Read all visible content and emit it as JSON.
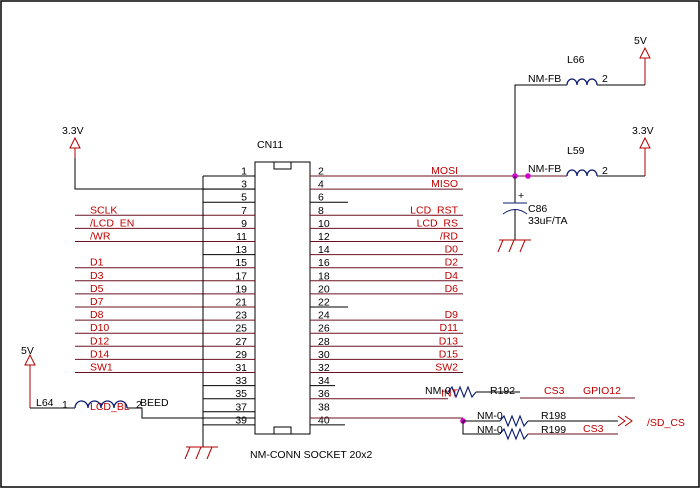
{
  "connector": {
    "ref": "CN11",
    "footer": "NM-CONN SOCKET 20x2",
    "left_pins": [
      "1",
      "3",
      "5",
      "7",
      "9",
      "11",
      "13",
      "15",
      "17",
      "19",
      "21",
      "23",
      "25",
      "27",
      "29",
      "31",
      "33",
      "35",
      "37",
      "39"
    ],
    "right_pins": [
      "2",
      "4",
      "6",
      "8",
      "10",
      "12",
      "14",
      "16",
      "18",
      "20",
      "22",
      "24",
      "26",
      "28",
      "30",
      "32",
      "34",
      "36",
      "38",
      "40"
    ],
    "left_nets": [
      "",
      "",
      "",
      "SCLK",
      "/LCD_EN",
      "/WR",
      "",
      "D1",
      "D3",
      "D5",
      "D7",
      "D8",
      "D10",
      "D12",
      "D14",
      "SW1",
      "",
      "",
      "LCD_BL",
      ""
    ],
    "right_nets": [
      "MOSI",
      "MISO",
      "",
      "LCD_RST",
      "LCD_RS",
      "/RD",
      "D0",
      "D2",
      "D4",
      "D6",
      "",
      "D9",
      "D11",
      "D13",
      "D15",
      "SW2",
      "",
      "INT",
      "",
      ""
    ]
  },
  "power": {
    "v33_left": "3.3V",
    "v5_top": "5V",
    "v33_right": "3.3V",
    "v5_left": "5V"
  },
  "l66": {
    "ref": "L66",
    "value": "NM-FB",
    "pin": "2"
  },
  "l59": {
    "ref": "L59",
    "value": "NM-FB",
    "pin": "2"
  },
  "c86": {
    "ref": "C86",
    "value": "33uF/TA",
    "plus": "+"
  },
  "l64": {
    "ref": "L64",
    "pin1": "1",
    "pin2": "2",
    "value": "BEED"
  },
  "r192": {
    "value": "NM-0",
    "ref": "R192",
    "net": "CS3",
    "net2": "GPIO12"
  },
  "r198": {
    "value": "NM-0",
    "ref": "R198"
  },
  "r199": {
    "value": "NM-0",
    "ref": "R199",
    "net": "CS3"
  },
  "offpage": {
    "label": "/SD_CS"
  }
}
